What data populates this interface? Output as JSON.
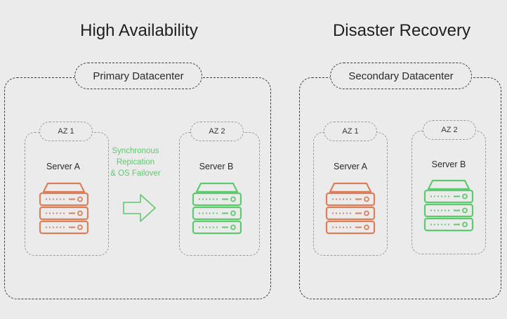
{
  "titles": {
    "high_availability": "High Availability",
    "disaster_recovery": "Disaster Recovery"
  },
  "primary": {
    "label": "Primary Datacenter",
    "zones": [
      {
        "az": "AZ 1",
        "server": "Server A",
        "status_color": "#d9805a"
      },
      {
        "az": "AZ 2",
        "server": "Server B",
        "status_color": "#5ec96e"
      }
    ],
    "replication": {
      "line1": "Synchronous",
      "line2": "Repication",
      "line3": "& OS Failover",
      "color": "#5ec96e"
    }
  },
  "secondary": {
    "label": "Secondary Datacenter",
    "zones": [
      {
        "az": "AZ 1",
        "server": "Server A",
        "status_color": "#d9805a"
      },
      {
        "az": "AZ 2",
        "server": "Server B",
        "status_color": "#5ec96e"
      }
    ]
  },
  "icons": {
    "server": "server-rack-icon",
    "arrow": "arrow-right-icon"
  }
}
